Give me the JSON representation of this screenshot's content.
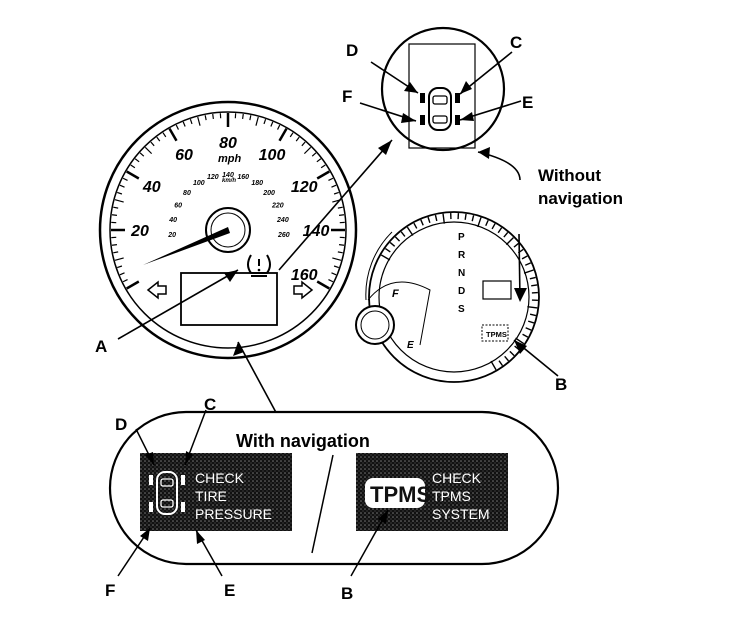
{
  "callouts": {
    "a": "A",
    "b_meter": "B",
    "b_display": "B",
    "c_top": "C",
    "c_bottom": "C",
    "d_top": "D",
    "d_bottom": "D",
    "e_top": "E",
    "e_bottom": "E",
    "f_top": "F",
    "f_bottom": "F"
  },
  "headings": {
    "without_nav_line1": "Without",
    "without_nav_line2": "navigation",
    "with_nav": "With navigation"
  },
  "speedometer": {
    "mph_ticks": [
      "20",
      "40",
      "60",
      "80",
      "100",
      "120",
      "140",
      "160"
    ],
    "kmh_ticks": [
      "20",
      "40",
      "60",
      "80",
      "100",
      "120",
      "140",
      "160",
      "180",
      "200",
      "220",
      "240",
      "260"
    ],
    "unit_mph": "mph",
    "unit_kmh": "km/h"
  },
  "tach": {
    "gears": [
      "P",
      "R",
      "N",
      "D",
      "S"
    ],
    "fuel_full": "F",
    "fuel_empty": "E",
    "tpms_badge": "TPMS"
  },
  "nav_displays": {
    "tire_message": [
      "CHECK",
      "TIRE",
      "PRESSURE"
    ],
    "tpms_big": "TPMS",
    "tpms_message": [
      "CHECK",
      "TPMS",
      "SYSTEM"
    ]
  }
}
